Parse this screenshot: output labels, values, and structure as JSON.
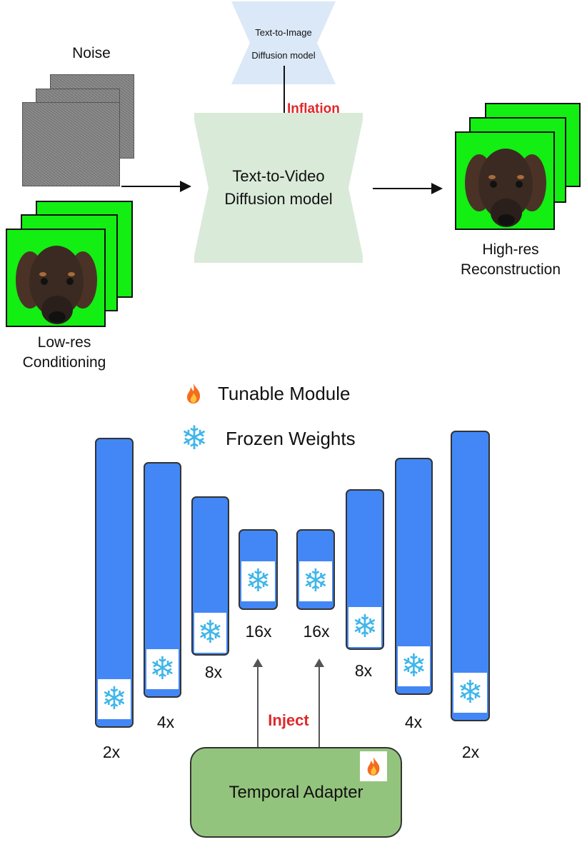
{
  "top": {
    "noise_label": "Noise",
    "t2i_label_line1": "Text-to-Image",
    "t2i_label_line2": "Diffusion model",
    "inflation_label": "Inflation",
    "t2v_label_line1": "Text-to-Video",
    "t2v_label_line2": "Diffusion model",
    "lowres_label_line1": "Low-res",
    "lowres_label_line2": "Conditioning",
    "highres_label_line1": "High-res",
    "highres_label_line2": "Reconstruction"
  },
  "legend": {
    "tunable_label": "Tunable Module",
    "frozen_label": "Frozen Weights",
    "tunable_icon": "fire-icon",
    "frozen_icon": "snowflake-icon"
  },
  "unet": {
    "multipliers": [
      "2x",
      "4x",
      "8x",
      "16x",
      "16x",
      "8x",
      "4x",
      "2x"
    ],
    "inject_label": "Inject",
    "adapter_label": "Temporal Adapter"
  },
  "colors": {
    "block_fill": "#4287f5",
    "t2i_fill": "#dbe8f8",
    "t2v_fill": "#d9ead9",
    "adapter_fill": "#93c47d",
    "accent_red": "#e0282b",
    "green_screen": "#13ee13",
    "snowflake": "#3fb6ea"
  }
}
